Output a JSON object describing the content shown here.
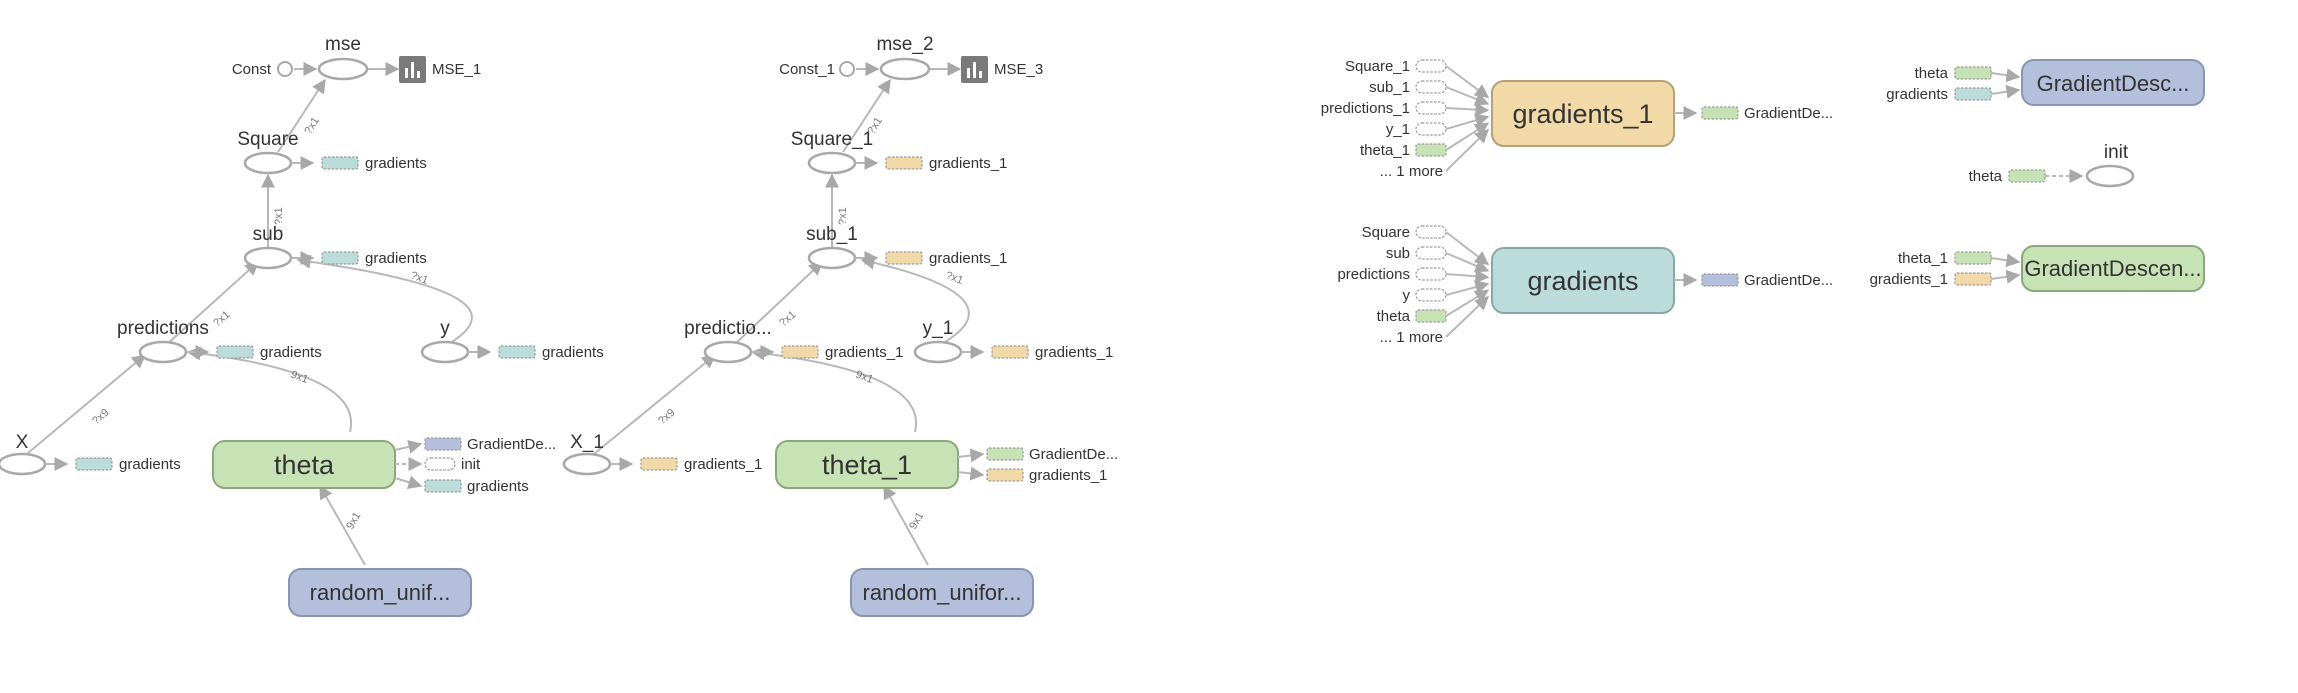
{
  "colors": {
    "teal": "#bcdcdc",
    "orange": "#f2d9a8",
    "green": "#c7e3b5",
    "purple": "#b4bfdc",
    "dashed_empty": "#ffffff",
    "edge": "#b8b8b8",
    "node_stroke": "#a8a8a8"
  },
  "graph1": {
    "const": "Const",
    "mse": "mse",
    "summary": "MSE_1",
    "square": "Square",
    "sub": "sub",
    "predictions": "predictions",
    "y": "y",
    "x": "X",
    "theta": "theta",
    "random": "random_unif...",
    "gradients": "gradients",
    "init": "init",
    "gradient_desc": "GradientDe...",
    "shape_mse": "?x1",
    "shape_square": "?x1",
    "shape_sub": "?x1",
    "shape_y": "?x1",
    "shape_x": "?x9",
    "shape_theta": "9x1",
    "shape_random": "9x1"
  },
  "graph2": {
    "const": "Const_1",
    "mse": "mse_2",
    "summary": "MSE_3",
    "square": "Square_1",
    "sub": "sub_1",
    "predictions": "predictio...",
    "y": "y_1",
    "x": "X_1",
    "theta": "theta_1",
    "random": "random_unifor...",
    "gradients": "gradients_1",
    "gradient_desc": "GradientDe...",
    "shape_mse": "?x1",
    "shape_square": "?x1",
    "shape_sub": "?x1",
    "shape_y": "?x1",
    "shape_x": "?x9",
    "shape_theta": "9x1",
    "shape_random": "9x1"
  },
  "grad1": {
    "title": "gradients_1",
    "inputs": [
      "Square_1",
      "sub_1",
      "predictions_1",
      "y_1",
      "theta_1",
      "... 1 more"
    ],
    "output": "GradientDe..."
  },
  "grad0": {
    "title": "gradients",
    "inputs": [
      "Square",
      "sub",
      "predictions",
      "y",
      "theta",
      "... 1 more"
    ],
    "output": "GradientDe..."
  },
  "gd_top": {
    "title": "GradientDesc...",
    "inputs": [
      "theta",
      "gradients"
    ]
  },
  "init": {
    "title": "init",
    "input": "theta"
  },
  "gd_bottom": {
    "title": "GradientDescen...",
    "inputs": [
      "theta_1",
      "gradients_1"
    ]
  }
}
